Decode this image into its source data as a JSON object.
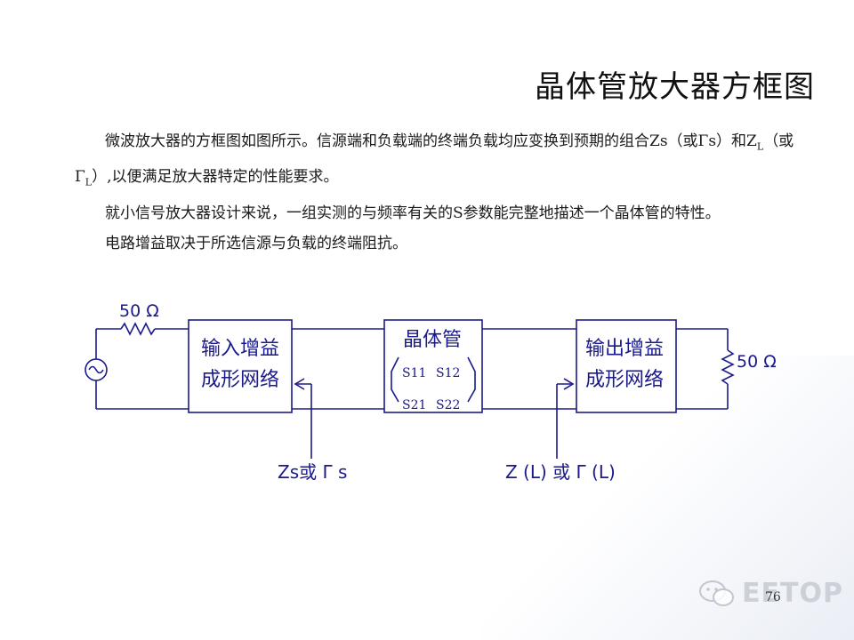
{
  "title": "晶体管放大器方框图",
  "paragraph1": {
    "t1": "微波放大器的方框图如图所示。信源端和负载端的终端负载均应变换到预期的组合Z",
    "t2": "s（或Γs）和Z",
    "sub1": "L",
    "t3": "（或Γ",
    "sub2": "L",
    "t4": "）,以便满足放大器特定的性能要求。"
  },
  "paragraph2": "就小信号放大器设计来说，一组实测的与频率有关的S参数能完整地描述一个晶体管的特性。",
  "paragraph3": "电路增益取决于所选信源与负载的终端阻抗。",
  "diagram": {
    "source_resistor": "50 Ω",
    "load_resistor": "50 Ω",
    "input_network": [
      "输入增益",
      "成形网络"
    ],
    "transistor_title": "晶体管",
    "s_params": [
      "S11",
      "S12",
      "S21",
      "S22"
    ],
    "output_network": [
      "输出增益",
      "成形网络"
    ],
    "zs_label": "Zs或 Γ s",
    "zl_label": "Z (L) 或 Γ (L)",
    "line_color": "#1a1a8c",
    "text_color": "#1a1a8c"
  },
  "page_number": "76",
  "watermark": "EETOP"
}
